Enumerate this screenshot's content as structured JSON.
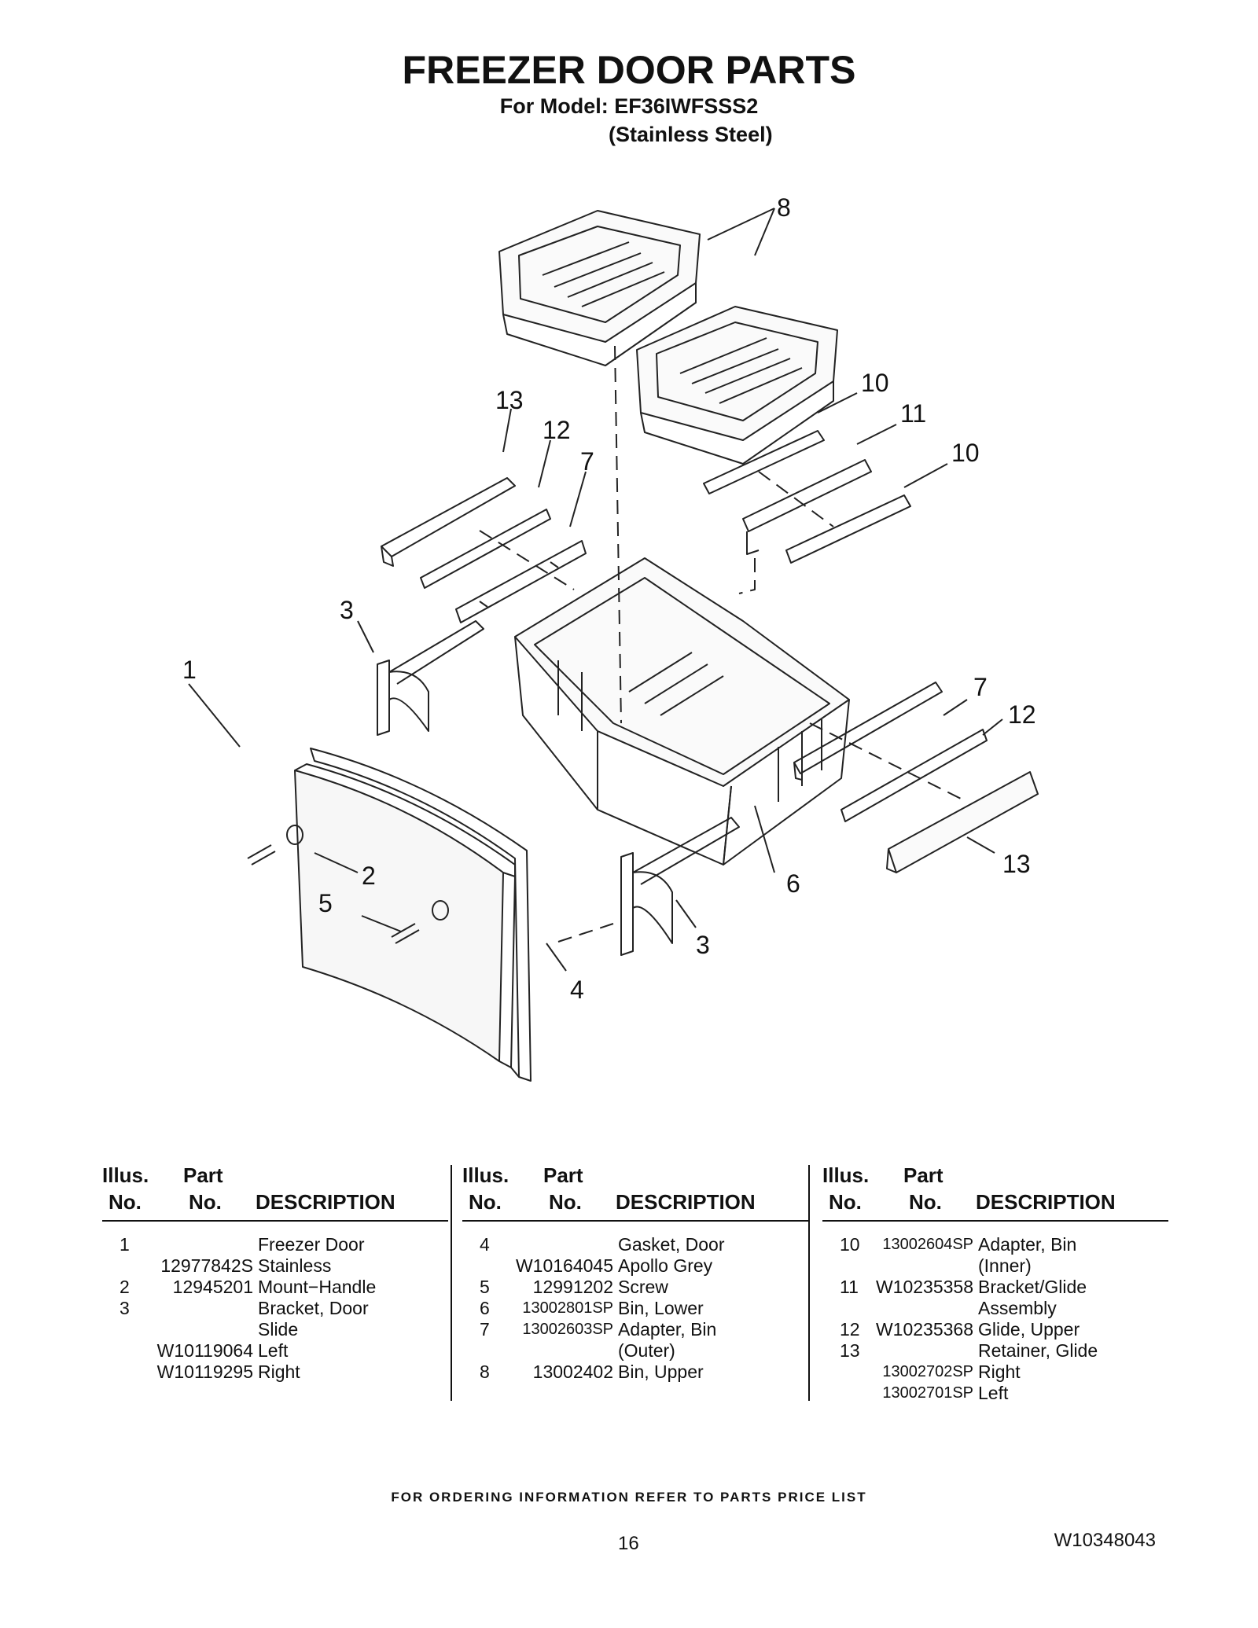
{
  "header": {
    "title": "FREEZER DOOR PARTS",
    "model_line": "For Model: EF36IWFSSS2",
    "finish_line": "(Stainless Steel)"
  },
  "callouts": [
    "1",
    "2",
    "3",
    "3",
    "4",
    "5",
    "6",
    "7",
    "7",
    "8",
    "10",
    "10",
    "11",
    "12",
    "12",
    "13",
    "13"
  ],
  "table_headers": {
    "illus": "Illus.",
    "no": "No.",
    "part": "Part",
    "description": "DESCRIPTION"
  },
  "parts_columns": [
    [
      {
        "illus": "1",
        "part": "",
        "desc": "Freezer Door"
      },
      {
        "illus": "",
        "part": "12977842S",
        "desc": "Stainless"
      },
      {
        "illus": "2",
        "part": "12945201",
        "desc": "Mount−Handle"
      },
      {
        "illus": "3",
        "part": "",
        "desc": "Bracket, Door"
      },
      {
        "illus": "",
        "part": "",
        "desc": "Slide"
      },
      {
        "illus": "",
        "part": "W10119064",
        "desc": "Left"
      },
      {
        "illus": "",
        "part": "W10119295",
        "desc": "Right"
      }
    ],
    [
      {
        "illus": "4",
        "part": "",
        "desc": "Gasket, Door"
      },
      {
        "illus": "",
        "part": "W10164045",
        "desc": "Apollo Grey"
      },
      {
        "illus": "5",
        "part": "12991202",
        "desc": "Screw"
      },
      {
        "illus": "6",
        "part": "13002801SP",
        "desc": "Bin, Lower"
      },
      {
        "illus": "7",
        "part": "13002603SP",
        "desc": "Adapter, Bin"
      },
      {
        "illus": "",
        "part": "",
        "desc": "(Outer)"
      },
      {
        "illus": "8",
        "part": "13002402",
        "desc": "Bin, Upper"
      }
    ],
    [
      {
        "illus": "10",
        "part": "13002604SP",
        "desc": "Adapter, Bin"
      },
      {
        "illus": "",
        "part": "",
        "desc": "(Inner)"
      },
      {
        "illus": "11",
        "part": "W10235358",
        "desc": "Bracket/Glide"
      },
      {
        "illus": "",
        "part": "",
        "desc": "Assembly"
      },
      {
        "illus": "12",
        "part": "W10235368",
        "desc": "Glide, Upper"
      },
      {
        "illus": "13",
        "part": "",
        "desc": "Retainer, Glide"
      },
      {
        "illus": "",
        "part": "13002702SP",
        "desc": "Right"
      },
      {
        "illus": "",
        "part": "13002701SP",
        "desc": "Left"
      }
    ]
  ],
  "footer": {
    "ordering_note": "FOR ORDERING INFORMATION REFER TO PARTS PRICE LIST",
    "page_number": "16",
    "document_number": "W10348043"
  }
}
